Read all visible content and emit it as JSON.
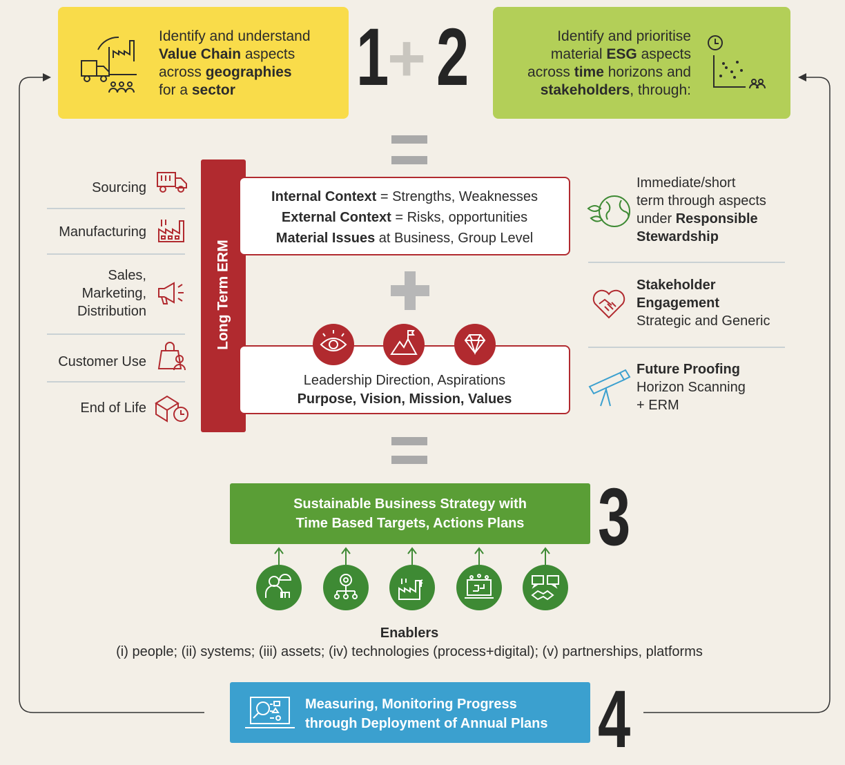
{
  "step12": {
    "left_box": {
      "line1": "Identify and understand",
      "line2_bold": "Value Chain",
      "line2_rest": " aspects",
      "line3_pre": "across ",
      "line3_bold": "geographies",
      "line4_pre": "for a ",
      "line4_bold": "sector"
    },
    "right_box": {
      "line1": "Identify and prioritise",
      "line2_pre": "material ",
      "line2_bold": "ESG",
      "line2_rest": " aspects",
      "line3_pre": "across ",
      "line3_bold": "time",
      "line3_rest": " horizons and",
      "line4_bold": "stakeholders",
      "line4_rest": ", through:"
    },
    "num1": "1",
    "plus": "+",
    "num2": "2"
  },
  "value_chain": [
    "Sourcing",
    "Manufacturing",
    "Sales,\nMarketing,\nDistribution",
    "Customer Use",
    "End of Life"
  ],
  "erm_label": "Long Term ERM",
  "context_box": {
    "l1_bold": "Internal Context",
    "l1_rest": " = Strengths, Weaknesses",
    "l2_bold": "External Context",
    "l2_rest": " = Risks, opportunities",
    "l3_bold": "Material Issues",
    "l3_rest": " at Business, Group Level"
  },
  "leadership_box": {
    "line1": "Leadership Direction, Aspirations",
    "line2": "Purpose, Vision, Mission, Values"
  },
  "horizons": {
    "h1_l1": "Immediate/short",
    "h1_l2": "term through aspects",
    "h1_l3_pre": "under ",
    "h1_l3_bold": "Responsible",
    "h1_l4_bold": "Stewardship",
    "h2_l1": "Stakeholder",
    "h2_l2": "Engagement",
    "h2_l3": "Strategic and Generic",
    "h3_l1": "Future Proofing",
    "h3_l2": "Horizon Scanning",
    "h3_l3": "+ ERM"
  },
  "strategy": {
    "line1": "Sustainable Business Strategy with",
    "line2": "Time Based Targets, Actions Plans",
    "num": "3"
  },
  "enablers": {
    "title": "Enablers",
    "text": "(i) people; (ii) systems; (iii) assets; (iv) technologies (process+digital); (v) partnerships, platforms"
  },
  "monitoring": {
    "line1": "Measuring, Monitoring Progress",
    "line2": "through Deployment of Annual Plans",
    "num": "4"
  },
  "colors": {
    "yellow": "#f9dc4a",
    "lime": "#b3cf58",
    "red": "#b12a2f",
    "green": "#5a9e36",
    "blue": "#3ba0cf",
    "background": "#f3efe7"
  }
}
